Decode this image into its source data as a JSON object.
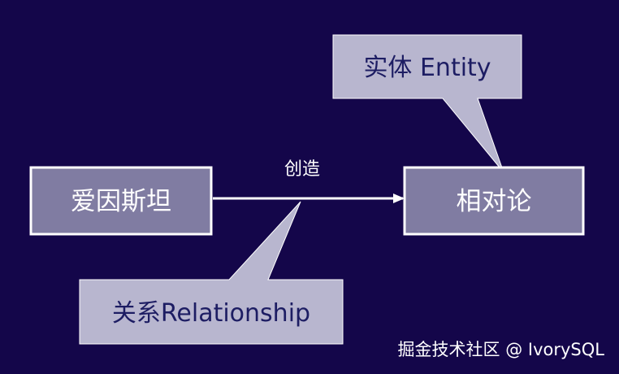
{
  "colors": {
    "background": "#14064a",
    "node_fill": "#807ca2",
    "node_border": "#ffffff",
    "callout_fill": "#b8b6cf",
    "callout_text": "#1d1d63",
    "arrow": "#ffffff"
  },
  "nodes": {
    "source": {
      "label": "爱因斯坦"
    },
    "target": {
      "label": "相对论"
    }
  },
  "edge": {
    "label": "创造"
  },
  "callouts": {
    "entity": {
      "label": "实体 Entity"
    },
    "relationship": {
      "label": "关系Relationship"
    }
  },
  "watermark": {
    "text": "掘金技术社区 @ IvorySQL"
  }
}
